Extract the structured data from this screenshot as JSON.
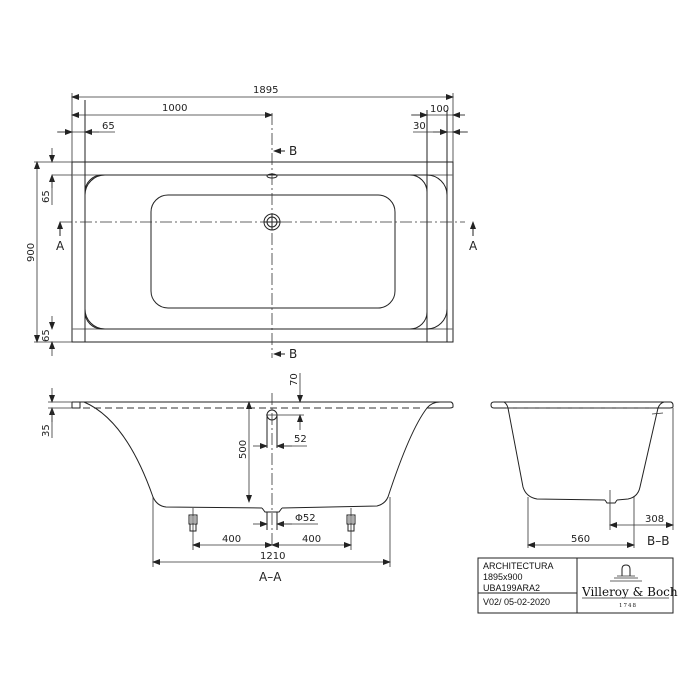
{
  "drawing": {
    "product": "ARCHITECTURA",
    "size": "1895x900",
    "code": "UBA199ARA2",
    "version": "V02/ 05-02-2020",
    "brand": "Villeroy & Boch",
    "brand_year": "1748",
    "colors": {
      "line": "#222222",
      "background": "#ffffff"
    }
  },
  "top_view": {
    "dims": {
      "overall_length": "1895",
      "to_center": "1000",
      "left_rim": "65",
      "right_rim_outer": "100",
      "right_rim_inner": "30",
      "width": "900",
      "top_rim": "65",
      "bottom_rim": "65"
    },
    "section_markers": {
      "b_top": "B",
      "b_bottom": "B",
      "a_left": "A",
      "a_right": "A"
    }
  },
  "section_a": {
    "title": "A–A",
    "dims": {
      "rim_thickness": "35",
      "overflow_offset": "70",
      "overflow_diameter": "52",
      "depth": "500",
      "drain_diameter": "Φ52",
      "foot_left": "400",
      "foot_right": "400",
      "base_length": "1210"
    }
  },
  "section_b": {
    "title": "B–B",
    "dims": {
      "base_width": "560",
      "drain_offset": "308"
    }
  }
}
